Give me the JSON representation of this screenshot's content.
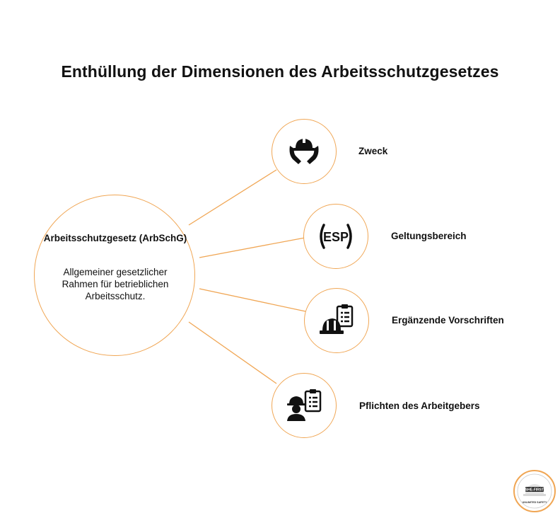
{
  "title": "Enthüllung der Dimensionen des Arbeitsschutzgesetzes",
  "center": {
    "title": "Arbeitsschutzgesetz (ArbSchG)",
    "description": "Allgemeiner gesetzlicher Rahmen für betrieblichen Arbeitsschutz."
  },
  "nodes": [
    {
      "label": "Zweck",
      "icon": "helmet-hands-icon"
    },
    {
      "label": "Geltungsbereich",
      "icon": "esp-icon"
    },
    {
      "label": "Ergänzende Vorschriften",
      "icon": "helmet-clipboard-icon"
    },
    {
      "label": "Pflichten des Arbeitgebers",
      "icon": "worker-clipboard-icon"
    }
  ],
  "logo": {
    "text_top": "SHE-FIRST",
    "text_bottom": "UNLIMITED SAFETY"
  },
  "colors": {
    "accent": "#f0a654",
    "text": "#111111",
    "background": "#ffffff"
  }
}
